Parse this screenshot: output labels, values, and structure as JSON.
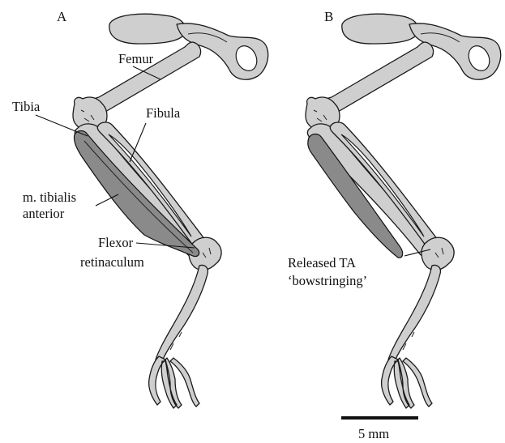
{
  "panels": {
    "a": {
      "letter": "A"
    },
    "b": {
      "letter": "B"
    }
  },
  "labels": {
    "femur": "Femur",
    "tibia": "Tibia",
    "fibula": "Fibula",
    "muscle_line1": "m. tibialis",
    "muscle_line2": "anterior",
    "flexor_line1": "Flexor",
    "flexor_line2": "retinaculum",
    "released_line1": "Released TA",
    "released_line2": "‘bowstringing’"
  },
  "scale_bar": {
    "label": "5 mm"
  },
  "colors": {
    "bone_fill": "#cfcfcf",
    "muscle_fill": "#8a8a8a",
    "outline": "#1a1a1a"
  }
}
